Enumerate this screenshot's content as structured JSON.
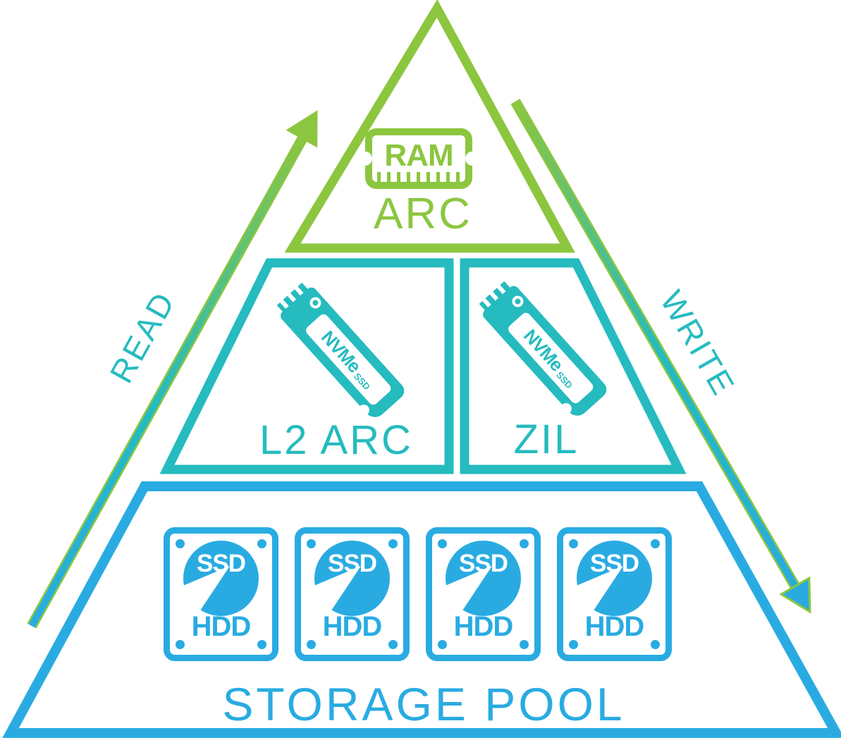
{
  "pyramid": {
    "read_arrow_label": "READ",
    "write_arrow_label": "WRITE",
    "arc_tier": {
      "label": "ARC",
      "ram_label": "RAM"
    },
    "l2arc_tier": {
      "label": "L2 ARC",
      "nvme_label": "NVMe",
      "nvme_sub_label": "SSD"
    },
    "zil_tier": {
      "label": "ZIL",
      "nvme_label": "NVMe",
      "nvme_sub_label": "SSD"
    },
    "storage_pool_tier": {
      "label": "STORAGE POOL",
      "drives": [
        {
          "ssd_label": "SSD",
          "hdd_label": "HDD"
        },
        {
          "ssd_label": "SSD",
          "hdd_label": "HDD"
        },
        {
          "ssd_label": "SSD",
          "hdd_label": "HDD"
        },
        {
          "ssd_label": "SSD",
          "hdd_label": "HDD"
        }
      ]
    },
    "colors": {
      "green": "#8CC63F",
      "teal": "#25BBBF",
      "blue": "#29ABE2"
    }
  }
}
